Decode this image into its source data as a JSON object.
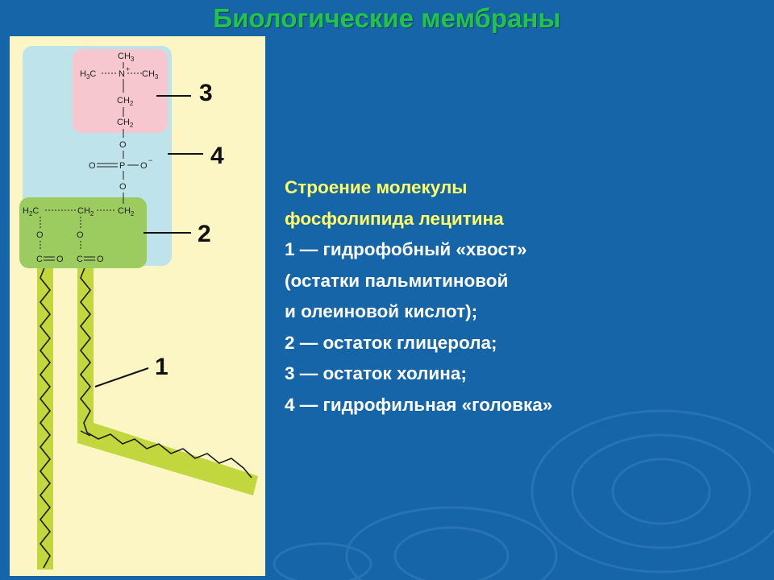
{
  "slide": {
    "title": "Биологические мембраны",
    "colors": {
      "background": "#1565a8",
      "title": "#22c34a",
      "subtitle": "#ffff66",
      "text": "#ffffff"
    }
  },
  "description": {
    "heading": [
      "Строение молекулы",
      "фосфолипида лецитина"
    ],
    "lines": [
      "1 — гидрофобный «хвост»",
      "(остатки пальмитиновой",
      "и олеиновой кислот);",
      "2 — остаток глицерола;",
      "3 — остаток холина;",
      "4 — гидрофильная «головка»"
    ]
  },
  "diagram": {
    "callouts": [
      "3",
      "4",
      "2",
      "1"
    ],
    "choline": {
      "ch3_top": "CH",
      "ch3_top_sub": "3",
      "h3c": "H",
      "h3c_sub": "3",
      "h3c_c": "C",
      "n": "N",
      "n_charge": "+",
      "ch3_right": "CH",
      "ch3_right_sub": "3",
      "ch2": "CH",
      "ch2_sub": "2"
    },
    "phosphate": {
      "o": "O",
      "p": "P",
      "o_minus": "O",
      "minus": "−"
    },
    "glycerol": {
      "h2c": "H",
      "h2c_sub": "2",
      "h2c_c": "C",
      "ch": "CH",
      "ch_sub": "2",
      "o": "O",
      "c": "C",
      "o_double": "O"
    },
    "colors": {
      "panel": "#fbf6c4",
      "head_region": "#bfe3ea",
      "choline_region": "#f7c7cf",
      "glycerol_region": "#9ccb5f",
      "tail": "#c2d63e"
    }
  }
}
